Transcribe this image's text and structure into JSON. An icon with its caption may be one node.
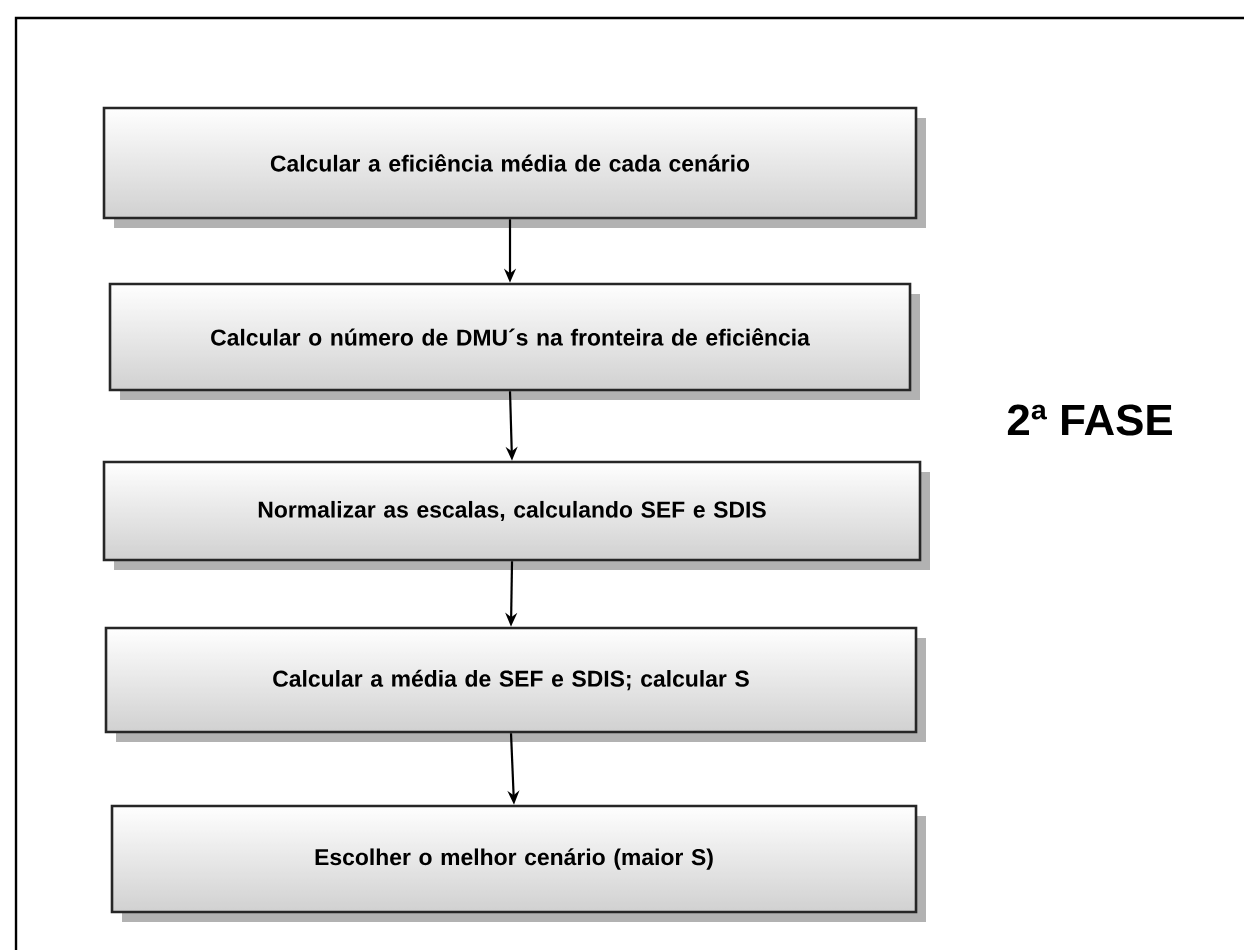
{
  "diagram": {
    "nodes": [
      {
        "text": [
          "Calcular a eficiência média de cada cenário"
        ]
      },
      {
        "text": [
          "Calcular o número de DMU´s na fronteira de eficiência"
        ]
      },
      {
        "text": [
          "Normalizar as escalas, calculando SEF e SDIS"
        ]
      },
      {
        "text": [
          "Calcular a média de SEF e SDIS; calcular S"
        ]
      },
      {
        "text": [
          "Escolher o melhor cenário (maior S)"
        ]
      }
    ],
    "edges": [
      {
        "from": 0,
        "to": 1,
        "arrow": "to"
      },
      {
        "from": 1,
        "to": 2,
        "arrow": "to"
      },
      {
        "from": 2,
        "to": 3,
        "arrow": "to"
      },
      {
        "from": 3,
        "to": 4,
        "arrow": "to"
      }
    ],
    "labels": [
      "2ª FASE"
    ]
  }
}
